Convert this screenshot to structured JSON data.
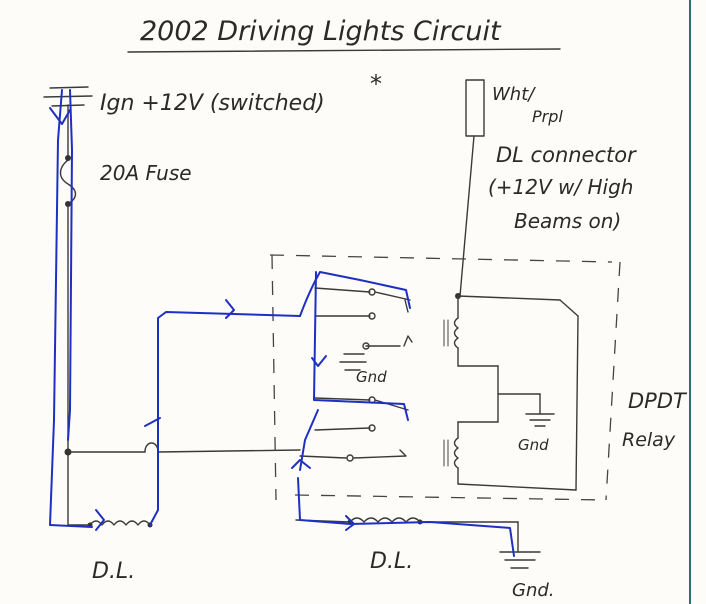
{
  "diagram": {
    "title": "2002 Driving Lights Circuit",
    "labels": {
      "ignition": "Ign +12V (switched)",
      "ignition_mark": "*",
      "fuse": "20A Fuse",
      "dl_connector_line1": "Wht/",
      "dl_connector_line1b": "Prpl",
      "dl_connector_line2": "DL connector",
      "dl_connector_line3": "(+12V w/ High",
      "dl_connector_line4": "Beams on)",
      "gnd_relay_left": "Gnd",
      "gnd_relay_right": "Gnd",
      "relay_line1": "DPDT",
      "relay_line2": "Relay",
      "dl_left": "D.L.",
      "dl_right": "D.L.",
      "gnd_bottom": "Gnd."
    },
    "colors": {
      "pencil": "#3a3a3a",
      "blue_ink": "#1e2fc4",
      "paper": "#fdfcf8",
      "margin_line": "#2f6f6a"
    }
  }
}
